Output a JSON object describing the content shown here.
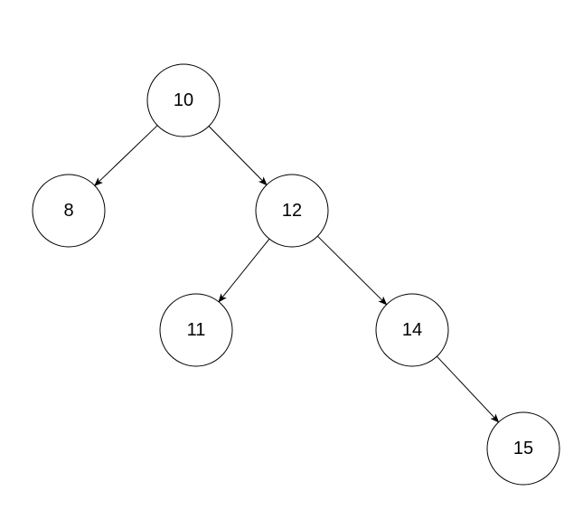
{
  "diagram": {
    "type": "binary-tree",
    "nodes": [
      {
        "id": "n10",
        "label": "10"
      },
      {
        "id": "n8",
        "label": "8"
      },
      {
        "id": "n12",
        "label": "12"
      },
      {
        "id": "n11",
        "label": "11"
      },
      {
        "id": "n14",
        "label": "14"
      },
      {
        "id": "n15",
        "label": "15"
      }
    ],
    "edges": [
      {
        "from": "n10",
        "to": "n8"
      },
      {
        "from": "n10",
        "to": "n12"
      },
      {
        "from": "n12",
        "to": "n11"
      },
      {
        "from": "n12",
        "to": "n14"
      },
      {
        "from": "n14",
        "to": "n15"
      }
    ],
    "colors": {
      "stroke": "#000000",
      "fill": "#ffffff",
      "text": "#000000"
    }
  }
}
